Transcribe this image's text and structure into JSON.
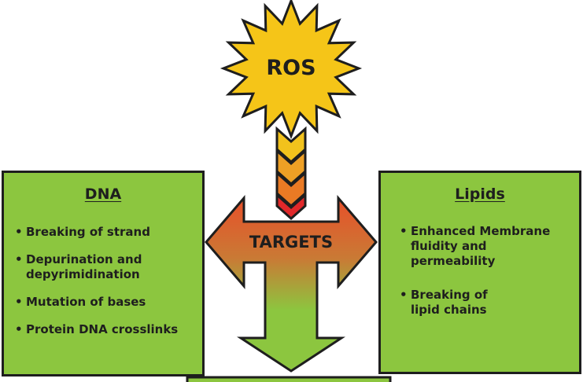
{
  "source": {
    "label": "ROS"
  },
  "hub": {
    "label": "TARGETS"
  },
  "dna": {
    "title": "DNA",
    "items": [
      "Breaking of strand",
      "Depurination and depyrimidination",
      "Mutation of bases",
      "Protein DNA crosslinks"
    ]
  },
  "lipids": {
    "title": "Lipids",
    "items": [
      "Enhanced Membrane fluidity and permeability",
      "Breaking of lipid chains"
    ]
  },
  "colors": {
    "box_fill": "#8cc63f",
    "sun_fill": "#f5c518",
    "arrow_top": "#e8502a",
    "arrow_bottom": "#8cc63f",
    "outline": "#1e1e1e"
  }
}
